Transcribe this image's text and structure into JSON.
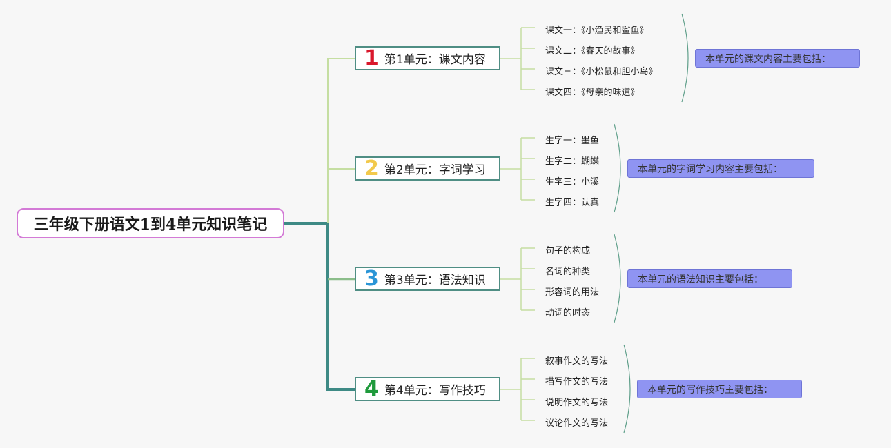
{
  "root": {
    "title": "三年级下册语文1到4单元知识笔记"
  },
  "colors": {
    "trunk": "#3e8a85",
    "branch": "#c5dea2",
    "root_border": "#d37ad6",
    "unit_border": "#4f8e84",
    "summary_fill": "#8f94f2",
    "num_colors": [
      "#d9182c",
      "#f2c94c",
      "#2b95d6",
      "#1f9a3c"
    ]
  },
  "units": [
    {
      "num": "1",
      "label": "第1单元：课文内容",
      "items": [
        "课文一：《小渔民和鲨鱼》",
        "课文二：《春天的故事》",
        "课文三：《小松鼠和胆小鸟》",
        "课文四：《母亲的味道》"
      ],
      "summary": "本单元的课文内容主要包括："
    },
    {
      "num": "2",
      "label": "第2单元：字词学习",
      "items": [
        "生字一：墨鱼",
        "生字二：蝴蝶",
        "生字三：小溪",
        "生字四：认真"
      ],
      "summary": "本单元的字词学习内容主要包括："
    },
    {
      "num": "3",
      "label": "第3单元：语法知识",
      "items": [
        "句子的构成",
        "名词的种类",
        "形容词的用法",
        "动词的时态"
      ],
      "summary": "本单元的语法知识主要包括："
    },
    {
      "num": "4",
      "label": "第4单元：写作技巧",
      "items": [
        "叙事作文的写法",
        "描写作文的写法",
        "说明作文的写法",
        "议论作文的写法"
      ],
      "summary": "本单元的写作技巧主要包括："
    }
  ]
}
